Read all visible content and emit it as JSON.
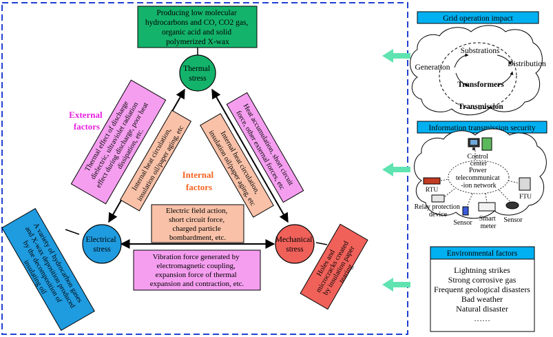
{
  "colors": {
    "frame": "#1f3fd1",
    "green": "#14b36b",
    "blue": "#1f9be0",
    "red": "#f0615a",
    "pink": "#f59ef0",
    "salmon": "#f8c1a8",
    "magenta": "#e81ee0",
    "orange": "#f4631f",
    "cyan": "#00b0f0",
    "arrow": "#5fe3b0"
  },
  "top_box": {
    "lines": [
      "Producing low molecular",
      "hydrocarbons and CO, CO2 gas,",
      "organic acid and solid",
      "polymerized X-wax"
    ]
  },
  "nodes": {
    "thermal": [
      "Thermal",
      "stress"
    ],
    "electrical": [
      "Electrical",
      "stress"
    ],
    "mechanical": [
      "Mechanical",
      "stress"
    ]
  },
  "labels": {
    "external": [
      "External",
      "factors"
    ],
    "internal": [
      "Internal",
      "factors"
    ]
  },
  "side_boxes": {
    "left_pink": [
      "Thermal effect of discharge",
      "dielectric, ultraviolet radiation",
      "effect during discharge, poor heat",
      "dissipation, etc."
    ],
    "left_salmon": [
      "Internal heat circulation,",
      "insulation oil/paper aging, etc"
    ],
    "right_pink": [
      "Heat accumulation, short circuit",
      "force, other external forces, etc"
    ],
    "right_salmon": [
      "Internal heat circulation,",
      "insulation oil/paper aging, etc"
    ]
  },
  "middle_boxes": {
    "electric_field": [
      "Electric field action,",
      "short circuit force,",
      "charged particle",
      "bombardment, etc."
    ],
    "vibration": [
      "Vibration force generated by",
      "electromagnetic coupling,",
      "expansion force of thermal",
      "expansion and contraction, etc."
    ]
  },
  "corner_boxes": {
    "blue": [
      "A variety of hydrocarbon gases",
      "and X-wax deposition produced",
      "by the decomposition of",
      "insulating oil"
    ],
    "red": [
      "Holes and",
      "microcracks created",
      "by insulation paper",
      "tearing"
    ]
  },
  "panels": {
    "grid": {
      "title": "Grid operation impact",
      "labels": {
        "generation": "Generation",
        "substrations": "Substrations",
        "distribution": "Distribution",
        "transformers": "Transformers",
        "transmission": "Transmission"
      }
    },
    "info": {
      "title": "Information transmission security",
      "labels": {
        "control_center": [
          "Control",
          "center"
        ],
        "network": [
          "Power",
          "telecommunicat",
          "-ion network"
        ],
        "rtu": "RTU",
        "ftu": "FTU",
        "relay": [
          "Relay protection",
          "device"
        ],
        "sensor_left": "Sensor",
        "smart_meter": [
          "Smart",
          "meter"
        ],
        "sensor_right": "Sensor"
      }
    },
    "env": {
      "title": "Environmental factors",
      "items": [
        "Lightning strikes",
        "Strong corrosive gas",
        "Frequent geological disasters",
        "Bad weather",
        "Natural disaster",
        "……"
      ]
    }
  }
}
